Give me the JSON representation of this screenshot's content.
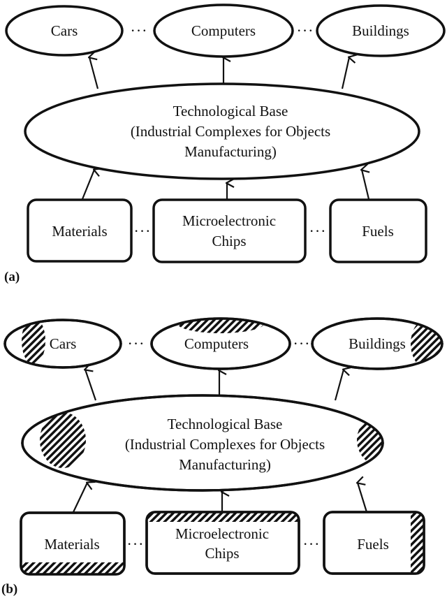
{
  "panel_a": {
    "label": "(a)",
    "outputs": [
      "Cars",
      "Computers",
      "Buildings"
    ],
    "base": [
      "Technological Base",
      "(Industrial Complexes for Objects",
      "Manufacturing)"
    ],
    "inputs": {
      "materials": "Materials",
      "chips_line1": "Microelectronic",
      "chips_line2": "Chips",
      "fuels": "Fuels"
    },
    "separator": "···"
  },
  "panel_b": {
    "label": "(b)",
    "outputs": [
      "Cars",
      "Computers",
      "Buildings"
    ],
    "base": [
      "Technological Base",
      "(Industrial Complexes for Objects",
      "Manufacturing)"
    ],
    "inputs": {
      "materials": "Materials",
      "chips_line1": "Microelectronic",
      "chips_line2": "Chips",
      "fuels": "Fuels"
    },
    "separator": "···"
  }
}
